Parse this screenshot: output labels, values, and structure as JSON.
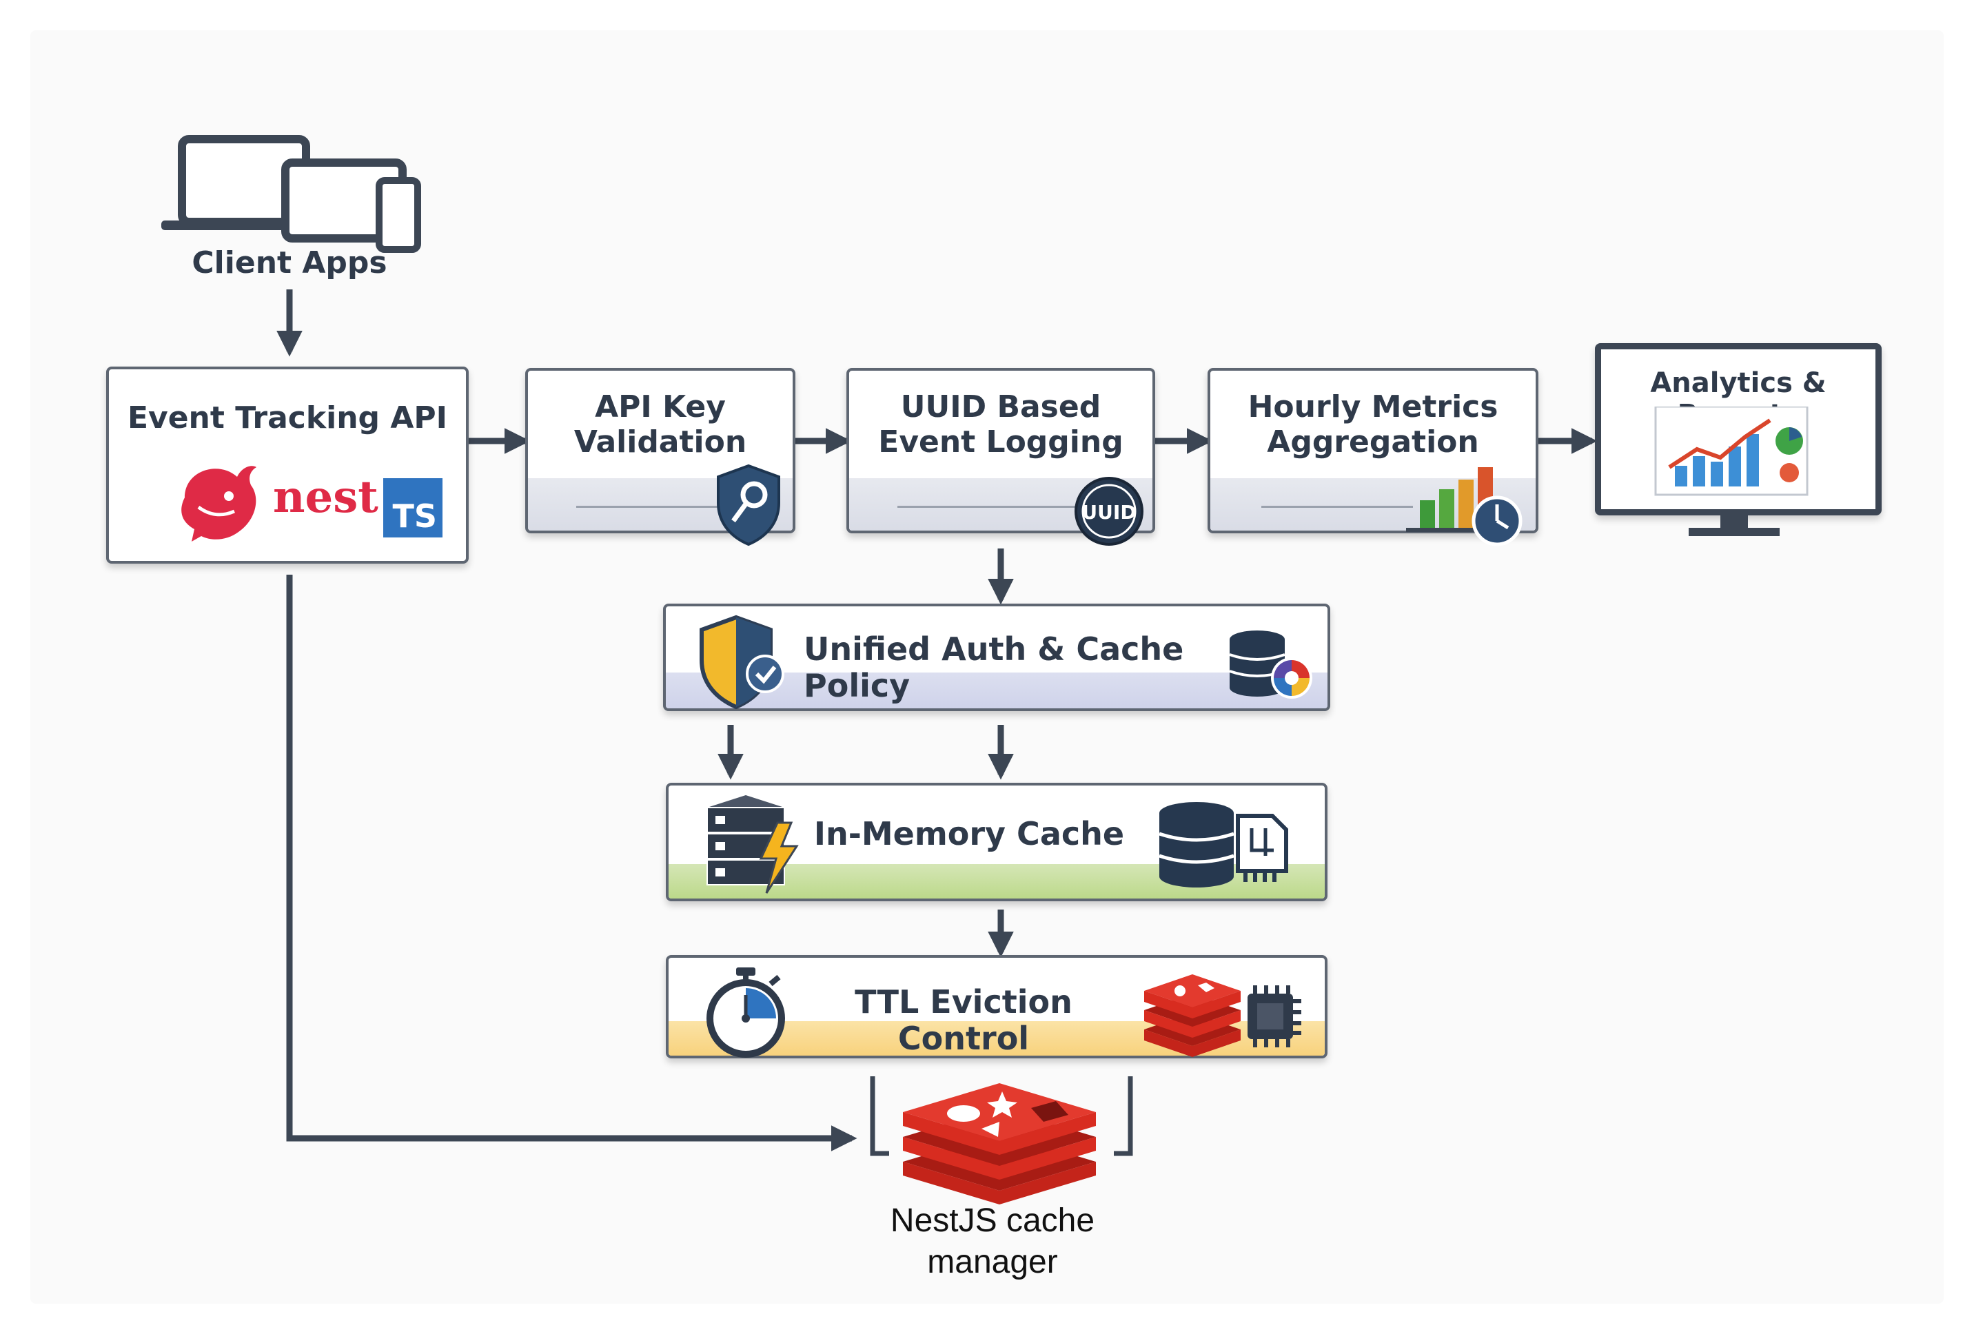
{
  "client": {
    "label": "Client Apps",
    "icon": "devices-icon"
  },
  "event_api": {
    "title": "Event Tracking API",
    "logo_text": "nest",
    "ts_badge": "TS",
    "icons": [
      "nestjs-logo-icon",
      "typescript-icon"
    ]
  },
  "steps": [
    {
      "line1": "API Key",
      "line2": "Validation",
      "icon": "shield-key-icon"
    },
    {
      "line1": "UUID Based",
      "line2": "Event Logging",
      "icon": "uuid-icon",
      "badge": "UUID"
    },
    {
      "line1": "Hourly Metrics",
      "line2": "Aggregation",
      "icon": "bar-chart-clock-icon"
    }
  ],
  "analytics": {
    "title": "Analytics & Reports",
    "icon": "monitor-chart-icon"
  },
  "auth_policy": {
    "label": "Unified Auth & Cache Policy",
    "icons": [
      "shield-check-icon",
      "database-pie-icon"
    ]
  },
  "in_memory": {
    "label": "In-Memory Cache",
    "icons": [
      "server-lightning-icon",
      "database-chip-icon"
    ]
  },
  "ttl": {
    "label": "TTL Eviction Control",
    "icons": [
      "stopwatch-icon",
      "redis-chip-icon"
    ]
  },
  "cache_manager": {
    "line1": "NestJS cache",
    "line2": "manager",
    "icon": "redis-icon"
  },
  "colors": {
    "stroke": "#3c4654",
    "nest_red": "#df2a46",
    "ts_blue": "#2f74c0",
    "redis_red": "#d82c20",
    "green_band": "#bcd98a",
    "yellow_band": "#f8d27d",
    "lavender_band": "#cfd3ea"
  }
}
